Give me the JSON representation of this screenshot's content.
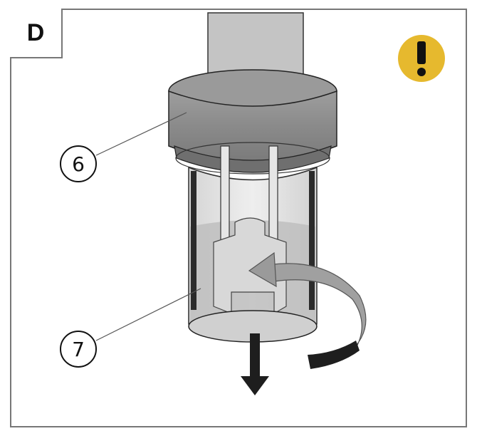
{
  "panel": {
    "step_letter": "D"
  },
  "callouts": {
    "label_6": "6",
    "label_7": "7"
  },
  "icons": {
    "warning": "warning-exclamation-icon",
    "rotate": "rotate-counterclockwise-arrow-icon",
    "pull_down": "down-arrow-icon"
  },
  "colors": {
    "warning_yellow": "#e6b92e",
    "part_gray": "#8f8f8f",
    "tube_gray": "#bdbdbd",
    "arrow_gray": "#9a9a9a",
    "outline": "#222222"
  }
}
